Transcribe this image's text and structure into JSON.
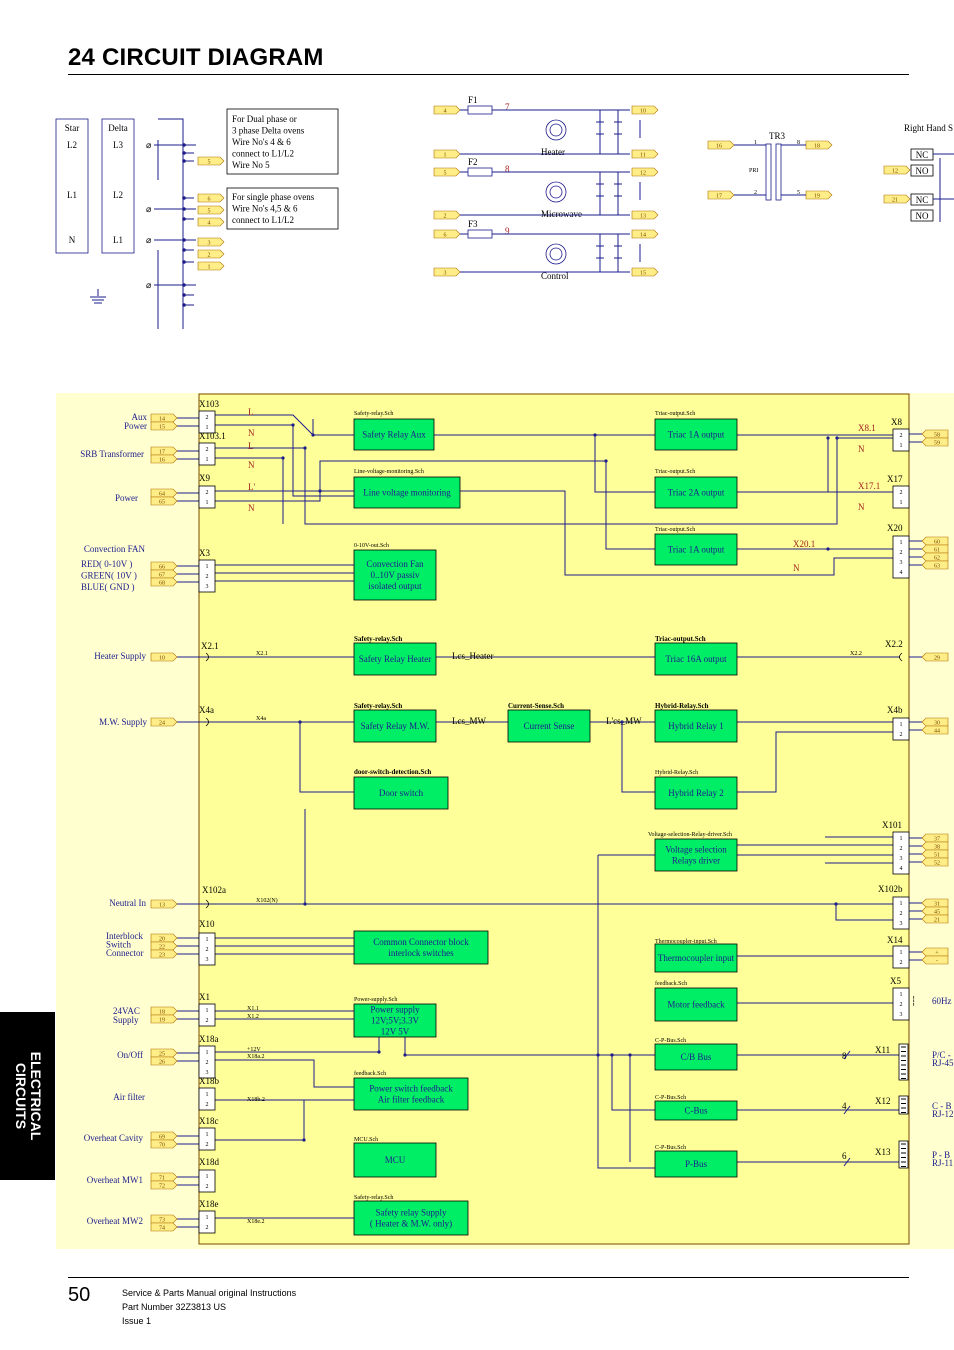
{
  "page": {
    "title": "24  CIRCUIT DIAGRAM",
    "number": "50",
    "footer": [
      "Service & Parts Manual original Instructions",
      "Part Number 32Z3813 US",
      "Issue 1"
    ],
    "side_tab": [
      "ELECTRICAL",
      "CIRCUITS"
    ]
  },
  "colors": {
    "board": "#ffff99",
    "module": "#00ee66",
    "terminal": "#ffee88",
    "wire": "#1c1c8c",
    "net_label": "#a02020"
  },
  "top": {
    "supply_columns": [
      {
        "title": "Star",
        "labels": [
          "L2",
          "L1",
          "N"
        ]
      },
      {
        "title": "Delta",
        "labels": [
          "L3",
          "L2",
          "L1"
        ]
      }
    ],
    "notes": [
      [
        "For Dual phase or",
        "3 phase Delta ovens",
        "Wire No's 4 & 6",
        "connect to L1/L2",
        "Wire No 5"
      ],
      [
        "For single phase ovens",
        "Wire No's 4,5 & 6",
        "connect to L1/L2"
      ]
    ],
    "terminal_block_numbers": [
      "5",
      "6",
      "5",
      "4",
      "3",
      "2",
      "1"
    ],
    "filters": [
      {
        "fuse": "F1",
        "wire": "7",
        "in": [
          "4",
          "1"
        ],
        "out": [
          "10",
          "11"
        ],
        "name": "Heater"
      },
      {
        "fuse": "F2",
        "wire": "8",
        "in": [
          "5",
          "2"
        ],
        "out": [
          "12",
          "13"
        ],
        "name": "Microwave"
      },
      {
        "fuse": "F3",
        "wire": "9",
        "in": [
          "6",
          "3"
        ],
        "out": [
          "14",
          "15"
        ],
        "name": "Control"
      }
    ],
    "transformer": {
      "name": "TR3",
      "primary": "PRI",
      "pins": [
        "1",
        "2",
        "8",
        "5"
      ],
      "terminals": [
        "16",
        "17",
        "18",
        "19"
      ]
    },
    "right_hand": {
      "title": "Right Hand S",
      "contacts": [
        "NC",
        "NO",
        "NC",
        "NO"
      ],
      "terminals": [
        "12",
        "21"
      ]
    }
  },
  "board": {
    "left_labels": {
      "aux": [
        "Aux",
        "Power"
      ],
      "srb": "SRB Transformer",
      "power": "Power",
      "fan": "Convection FAN",
      "fan_wires": [
        "RED( 0-10V )",
        "GREEN( 10V )",
        "BLUE( GND )"
      ],
      "heater": "Heater Supply",
      "mw": "M.W. Supply",
      "neutral": "Neutral In",
      "interblock": [
        "Interblock",
        "Switch",
        "Connector"
      ],
      "vac": [
        "24VAC",
        "Supply"
      ],
      "onoff": "On/Off",
      "airfilter": "Air filter",
      "ovcav": "Overheat Cavity",
      "ovmw1": "Overheat MW1",
      "ovmw2": "Overheat MW2"
    },
    "terminals": {
      "aux": [
        "14",
        "15"
      ],
      "srb": [
        "17",
        "16"
      ],
      "power": [
        "64",
        "65"
      ],
      "fan": [
        "66",
        "67",
        "68"
      ],
      "heater": [
        "10"
      ],
      "mw": [
        "24"
      ],
      "neutral": [
        "13"
      ],
      "interblock": [
        "20",
        "22",
        "23"
      ],
      "vac": [
        "18",
        "19"
      ],
      "onoff": [
        "25",
        "26"
      ],
      "ovcav": [
        "69",
        "70"
      ],
      "ovmw1": [
        "71",
        "72"
      ],
      "ovmw2": [
        "73",
        "74"
      ],
      "x8": [
        "58",
        "59"
      ],
      "x20": [
        "60",
        "61",
        "62",
        "63"
      ],
      "x22": [
        "29"
      ],
      "x4b": [
        "30",
        "44"
      ],
      "x101": [
        "37",
        "38",
        "51",
        "52"
      ],
      "x102b": [
        "31",
        "45",
        "21"
      ],
      "x14": [
        "+",
        "-"
      ]
    },
    "connectors": {
      "x103": "X103",
      "x1031": "X103.1",
      "x9": "X9",
      "x3": "X3",
      "x21": "X2.1",
      "x4a": "X4a",
      "x102a": "X102a",
      "x10": "X10",
      "x1": "X1",
      "x18a": "X18a",
      "x18b": "X18b",
      "x18c": "X18c",
      "x18d": "X18d",
      "x18e": "X18e",
      "x8": "X8",
      "x17": "X17",
      "x20": "X20",
      "x22": "X2.2",
      "x4b": "X4b",
      "x101": "X101",
      "x102b": "X102b",
      "x14": "X14",
      "x5": "X5",
      "x11": "X11",
      "x12": "X12",
      "x13": "X13"
    },
    "net_labels": {
      "L": "L",
      "N": "N",
      "Lp": "L'",
      "x81": "X8.1",
      "x171": "X17.1",
      "x201": "X20.1",
      "x21w": "X2.1",
      "x22w": "X2.2",
      "x4aw": "X4a",
      "x102n": "X102(N)",
      "x11": "X1.1",
      "x12": "X1.2",
      "p12": "+12V",
      "x18a2": "X18a.2",
      "x18b2": "X18b.2",
      "x18e2": "X18e.2",
      "lcsh": "Lcs_Heater",
      "lcsmw": "Lcs_MW",
      "lcsmw2": "L'cs_MW",
      "bus8": "8",
      "bus4": "4",
      "bus6": "6"
    },
    "modules": {
      "relay_aux": {
        "sheet": "Safety-relay.Sch",
        "lines": [
          "Safety Relay Aux"
        ]
      },
      "line_mon": {
        "sheet": "Line-voltage-monitoring.Sch",
        "lines": [
          "Line voltage monitoring"
        ]
      },
      "fan": {
        "sheet": "0-10V-out.Sch",
        "lines": [
          "Convection Fan",
          "0..10V passiv",
          "isolated output"
        ]
      },
      "relay_heater": {
        "sheet": "Safety-relay.Sch",
        "lines": [
          "Safety Relay Heater"
        ]
      },
      "relay_mw": {
        "sheet": "Safety-relay.Sch",
        "lines": [
          "Safety Relay M.W."
        ]
      },
      "current": {
        "sheet": "Current-Sense.Sch",
        "lines": [
          "Current Sense"
        ]
      },
      "door": {
        "sheet": "door-switch-detection.Sch",
        "lines": [
          "Door switch"
        ]
      },
      "common": {
        "sheet": "",
        "lines": [
          "Common Connector block",
          "interlock switches"
        ]
      },
      "psu": {
        "sheet": "Power-supply.Sch",
        "lines": [
          "Power supply",
          "12V;5V;3.3V",
          "12V      5V"
        ]
      },
      "feedback": {
        "sheet": "feedback.Sch",
        "lines": [
          "Power switch feedback",
          "Air filter feedback"
        ]
      },
      "mcu": {
        "sheet": "MCU.Sch",
        "lines": [
          "MCU"
        ]
      },
      "relay_supply": {
        "sheet": "Safety-relay.Sch",
        "lines": [
          "Safety relay Supply",
          "( Heater & M.W. only)"
        ]
      },
      "triac1": {
        "sheet": "Triac-output.Sch",
        "lines": [
          "Triac 1A output"
        ]
      },
      "triac2": {
        "sheet": "Triac-output.Sch",
        "lines": [
          "Triac 2A output"
        ]
      },
      "triac3": {
        "sheet": "Triac-output.Sch",
        "lines": [
          "Triac 1A output"
        ]
      },
      "triac16": {
        "sheet": "Triac-output.Sch",
        "lines": [
          "Triac 16A output"
        ]
      },
      "hybrid1": {
        "sheet": "Hybrid-Relay.Sch",
        "lines": [
          "Hybrid Relay 1"
        ]
      },
      "hybrid2": {
        "sheet": "Hybrid-Relay.Sch",
        "lines": [
          "Hybrid Relay 2"
        ]
      },
      "vsel": {
        "sheet": "Voltage-selection-Relay-driver.Sch",
        "lines": [
          "Voltage selection",
          "Relays driver"
        ]
      },
      "thermo": {
        "sheet": "Thermocoupler-input.Sch",
        "lines": [
          "Thermocoupler input"
        ]
      },
      "motor": {
        "sheet": "feedback.Sch",
        "lines": [
          "Motor feedback"
        ]
      },
      "cbbus": {
        "sheet": "C-P-Bus.Sch",
        "lines": [
          "C/B Bus"
        ]
      },
      "cbus": {
        "sheet": "C-P-Bus.Sch",
        "lines": [
          "C-Bus"
        ]
      },
      "pbus": {
        "sheet": "C-P-Bus.Sch",
        "lines": [
          "P-Bus"
        ]
      }
    },
    "right_labels": {
      "hz": "60Hz",
      "pc": [
        "P/C -",
        "RJ-45"
      ],
      "cb": [
        "C - B",
        "RJ-12"
      ],
      "pb": [
        "P - B",
        "RJ-11"
      ]
    }
  }
}
